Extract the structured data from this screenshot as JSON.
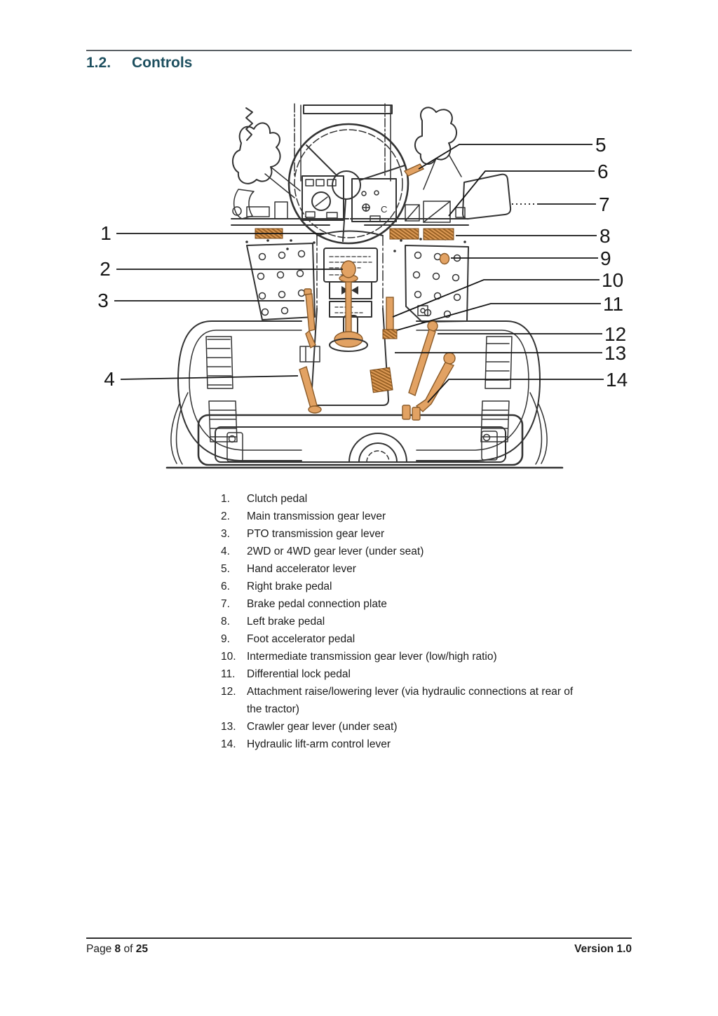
{
  "document": {
    "heading": {
      "number": "1.2.",
      "title": "Controls"
    },
    "footer": {
      "page_prefix": "Page",
      "page_number": "8",
      "of_word": "of",
      "total_pages": "25",
      "version": "Version 1.0"
    },
    "accent_color": "#1d4f5f"
  },
  "figure": {
    "name": "tractor-controls-top-view-diagram",
    "line_color": "#333333",
    "highlight_color": "#dd9a55",
    "panel_glyph": "C",
    "callouts": [
      {
        "label": "1"
      },
      {
        "label": "2"
      },
      {
        "label": "3"
      },
      {
        "label": "4"
      },
      {
        "label": "5"
      },
      {
        "label": "6"
      },
      {
        "label": "7"
      },
      {
        "label": "8"
      },
      {
        "label": "9"
      },
      {
        "label": "10"
      },
      {
        "label": "11"
      },
      {
        "label": "12"
      },
      {
        "label": "13"
      },
      {
        "label": "14"
      }
    ]
  },
  "legend": {
    "items": [
      {
        "num": "1.",
        "text": "Clutch pedal"
      },
      {
        "num": "2.",
        "text": "Main transmission gear lever"
      },
      {
        "num": "3.",
        "text": "PTO transmission gear lever"
      },
      {
        "num": "4.",
        "text": "2WD or 4WD gear lever (under seat)"
      },
      {
        "num": "5.",
        "text": "Hand accelerator lever"
      },
      {
        "num": "6.",
        "text": "Right brake pedal"
      },
      {
        "num": "7.",
        "text": "Brake pedal connection plate"
      },
      {
        "num": "8.",
        "text": "Left brake pedal"
      },
      {
        "num": "9.",
        "text": "Foot accelerator pedal"
      },
      {
        "num": "10.",
        "text": "Intermediate transmission gear lever (low/high ratio)"
      },
      {
        "num": "11.",
        "text": "Differential lock pedal"
      },
      {
        "num": "12.",
        "text": "Attachment raise/lowering lever (via hydraulic connections at rear of the tractor)"
      },
      {
        "num": "13.",
        "text": "Crawler gear lever (under seat)"
      },
      {
        "num": "14.",
        "text": "Hydraulic lift-arm control lever"
      }
    ]
  }
}
